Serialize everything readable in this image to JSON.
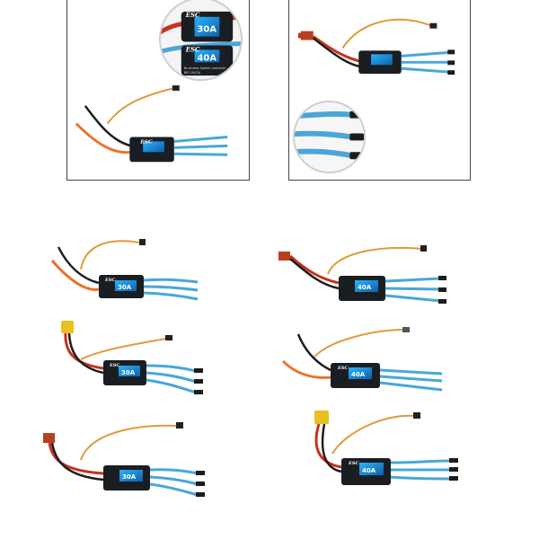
{
  "esc_label": "ESC",
  "amp_30": "30A",
  "amp_40": "40A",
  "sticker_line_1": "Brushless Speed Controller",
  "sticker_line_2": "BEC:5V/2A",
  "colors": {
    "wire_blue": "#4aa6d8",
    "wire_orange": "#e8742a",
    "wire_red": "#c8321e",
    "wire_black": "#1c1c1c",
    "signal_orange": "#e09a3c",
    "esc_body": "#1a1d22",
    "display_blue": "#1b8fd6",
    "connector_red": "#b8401f",
    "connector_yellow": "#e8c020"
  },
  "icons": [
    "esc-module-icon",
    "magnifier-circle-icon",
    "deans-connector-icon",
    "xt60-connector-icon"
  ]
}
